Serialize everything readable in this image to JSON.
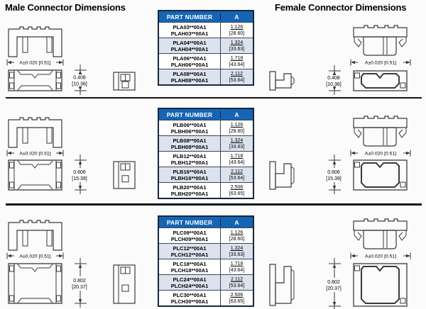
{
  "headings": {
    "male": "Male Connector Dimensions",
    "female": "Female Connector Dimensions"
  },
  "table_header": {
    "part_number": "PART NUMBER",
    "a": "A"
  },
  "dim_a_label": "A±0.020 [0.51]",
  "sections": [
    {
      "vertical_dim": {
        "inches": "0.408",
        "mm": "[10.36]"
      },
      "rows": [
        {
          "parts": [
            "PLA03**00A1",
            "PLAH03**00A1"
          ],
          "a_inches": "1.126",
          "a_mm": "[28.60]"
        },
        {
          "parts": [
            "PLA04**00A1",
            "PLAH04**00A1"
          ],
          "a_inches": "1.324",
          "a_mm": "[33.63]"
        },
        {
          "parts": [
            "PLA06**00A1",
            "PLAH06**00A1"
          ],
          "a_inches": "1.718",
          "a_mm": "[43.64]"
        },
        {
          "parts": [
            "PLA08**00A1",
            "PLAH08**00A1"
          ],
          "a_inches": "2.112",
          "a_mm": "[53.64]"
        }
      ]
    },
    {
      "vertical_dim": {
        "inches": "0.606",
        "mm": "[15.39]"
      },
      "rows": [
        {
          "parts": [
            "PLB06**00A1",
            "PLBH06**00A1"
          ],
          "a_inches": "1.126",
          "a_mm": "[28.60]"
        },
        {
          "parts": [
            "PLB08**00A1",
            "PLBH08**00A1"
          ],
          "a_inches": "1.324",
          "a_mm": "[33.63]"
        },
        {
          "parts": [
            "PLB12**00A1",
            "PLBH12**00A1"
          ],
          "a_inches": "1.718",
          "a_mm": "[43.64]"
        },
        {
          "parts": [
            "PLB16**00A1",
            "PLBH16**00A1"
          ],
          "a_inches": "2.112",
          "a_mm": "[53.64]"
        },
        {
          "parts": [
            "PLB20**00A1",
            "PLBH20**00A1"
          ],
          "a_inches": "2.506",
          "a_mm": "[63.65]"
        }
      ]
    },
    {
      "vertical_dim": {
        "inches": "0.802",
        "mm": "[20.37]"
      },
      "rows": [
        {
          "parts": [
            "PLC09**00A1",
            "PLCH09**00A1"
          ],
          "a_inches": "1.126",
          "a_mm": "[28.60]"
        },
        {
          "parts": [
            "PLC12**00A1",
            "PLCH12**00A1"
          ],
          "a_inches": "1.324",
          "a_mm": "[33.63]"
        },
        {
          "parts": [
            "PLC18**00A1",
            "PLCH18**00A1"
          ],
          "a_inches": "1.718",
          "a_mm": "[43.64]"
        },
        {
          "parts": [
            "PLC24**00A1",
            "PLCH24**00A1"
          ],
          "a_inches": "2.112",
          "a_mm": "[53.64]"
        },
        {
          "parts": [
            "PLC30**00A1",
            "PLCH30**00A1"
          ],
          "a_inches": "2.506",
          "a_mm": "[63.65]"
        }
      ]
    }
  ],
  "colors": {
    "table_header_bg": "#1565b4",
    "table_header_text": "#ffffff",
    "row_alt_bg": "#dce3ee",
    "table_border": "#17273e",
    "drawing_line": "#3a3a3a",
    "divider": "#151515"
  }
}
